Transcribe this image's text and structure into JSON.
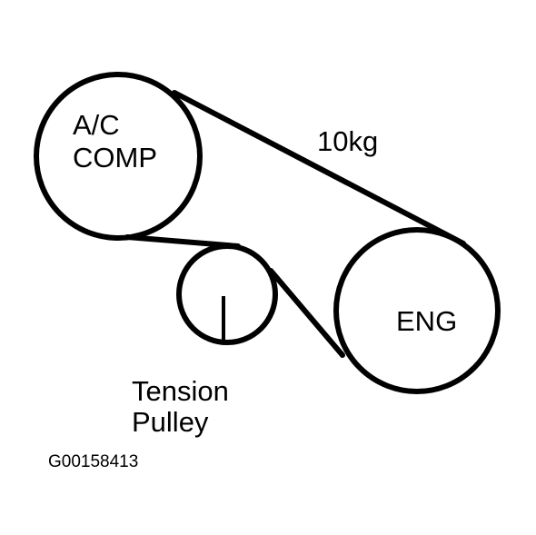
{
  "diagram": {
    "labels": {
      "ac_comp_line1": "A/C",
      "ac_comp_line2": "COMP",
      "belt_tension": "10kg",
      "engine": "ENG",
      "tension_pulley_line1": "Tension",
      "tension_pulley_line2": "Pulley",
      "figure_id": "G00158413"
    },
    "colors": {
      "stroke": "#000000",
      "background": "#ffffff"
    }
  }
}
